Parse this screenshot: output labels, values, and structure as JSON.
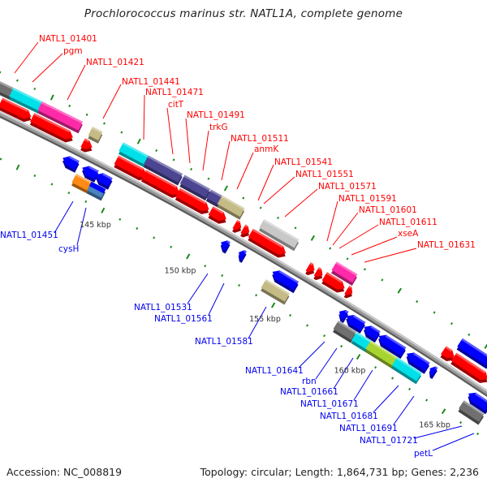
{
  "title": "Prochlorococcus marinus str. NATL1A, complete genome",
  "footer": {
    "accession": "Accession: NC_008819",
    "summary": "Topology: circular; Length: 1,864,731 bp; Genes: 2,236"
  },
  "colors": {
    "forward_label": "#ff0000",
    "reverse_label": "#0000ee",
    "backbone": "#9a9a9a",
    "tick": "#1a8a1a",
    "gene_red": "#ff0000",
    "gene_cyan": "#00e0e8",
    "gene_pink": "#ff2aa8",
    "gene_khaki": "#c4bb86",
    "gene_purple": "#4b4592",
    "gene_gray": "#707070",
    "gene_lightgray": "#c8c8c8",
    "gene_orange": "#ff8a14",
    "gene_blue": "#0000ff",
    "gene_steelblue": "#4a84c0",
    "gene_yellowgreen": "#a8d430"
  },
  "scale_labels": [
    "145 kbp",
    "150 kbp",
    "155 kbp",
    "160 kbp",
    "165 kbp"
  ],
  "forward_labels": [
    "NATL1_01401",
    "pgm",
    "NATL1_01421",
    "NATL1_01441",
    "NATL1_01471",
    "citT",
    "NATL1_01491",
    "trkG",
    "NATL1_01511",
    "anmK",
    "NATL1_01541",
    "NATL1_01551",
    "NATL1_01571",
    "NATL1_01591",
    "NATL1_01601",
    "NATL1_01611",
    "xseA",
    "NATL1_01631"
  ],
  "reverse_labels": [
    "NATL1_01451",
    "cysH",
    "NATL1_01531",
    "NATL1_01561",
    "NATL1_01581",
    "NATL1_01641",
    "rbn",
    "NATL1_01661",
    "NATL1_01671",
    "NATL1_01681",
    "NATL1_01691",
    "NATL1_01721",
    "petL"
  ],
  "genes": [
    {
      "strand": "+",
      "color": "gene_gray",
      "arrow": false
    },
    {
      "strand": "+",
      "color": "gene_cyan",
      "arrow": false
    },
    {
      "strand": "+",
      "color": "gene_pink",
      "arrow": false
    },
    {
      "strand": "+",
      "color": "gene_khaki",
      "arrow": false
    },
    {
      "strand": "+",
      "color": "gene_red",
      "arrow": true
    },
    {
      "strand": "+",
      "color": "gene_red",
      "arrow": true
    },
    {
      "strand": "+",
      "color": "gene_red",
      "arrow": true
    },
    {
      "strand": "+",
      "color": "gene_cyan",
      "arrow": false
    },
    {
      "strand": "+",
      "color": "gene_purple",
      "arrow": false
    },
    {
      "strand": "+",
      "color": "gene_purple",
      "arrow": false
    },
    {
      "strand": "+",
      "color": "gene_purple",
      "arrow": false
    },
    {
      "strand": "+",
      "color": "gene_khaki",
      "arrow": false
    },
    {
      "strand": "+",
      "color": "gene_red",
      "arrow": true
    },
    {
      "strand": "+",
      "color": "gene_red",
      "arrow": true
    },
    {
      "strand": "+",
      "color": "gene_red",
      "arrow": true
    },
    {
      "strand": "+",
      "color": "gene_red",
      "arrow": true
    },
    {
      "strand": "+",
      "color": "gene_red",
      "arrow": true
    },
    {
      "strand": "+",
      "color": "gene_red",
      "arrow": true
    },
    {
      "strand": "+",
      "color": "gene_lightgray",
      "arrow": false
    },
    {
      "strand": "+",
      "color": "gene_red",
      "arrow": true
    },
    {
      "strand": "+",
      "color": "gene_red",
      "arrow": true
    },
    {
      "strand": "+",
      "color": "gene_red",
      "arrow": true
    },
    {
      "strand": "+",
      "color": "gene_red",
      "arrow": true
    },
    {
      "strand": "+",
      "color": "gene_pink",
      "arrow": false
    },
    {
      "strand": "+",
      "color": "gene_red",
      "arrow": true
    },
    {
      "strand": "+",
      "color": "gene_red",
      "arrow": true
    },
    {
      "strand": "+",
      "color": "gene_red",
      "arrow": true
    },
    {
      "strand": "+",
      "color": "gene_red",
      "arrow": true
    },
    {
      "strand": "+",
      "color": "gene_blue",
      "arrow": true
    },
    {
      "strand": "-",
      "color": "gene_blue",
      "arrow": true
    },
    {
      "strand": "-",
      "color": "gene_blue",
      "arrow": true
    },
    {
      "strand": "-",
      "color": "gene_blue",
      "arrow": true
    },
    {
      "strand": "-",
      "color": "gene_orange",
      "arrow": false
    },
    {
      "strand": "-",
      "color": "gene_steelblue",
      "arrow": false
    },
    {
      "strand": "-",
      "color": "gene_blue",
      "arrow": true
    },
    {
      "strand": "-",
      "color": "gene_blue",
      "arrow": true
    },
    {
      "strand": "-",
      "color": "gene_blue",
      "arrow": true
    },
    {
      "strand": "-",
      "color": "gene_khaki",
      "arrow": false
    },
    {
      "strand": "-",
      "color": "gene_blue",
      "arrow": true
    },
    {
      "strand": "-",
      "color": "gene_blue",
      "arrow": true
    },
    {
      "strand": "-",
      "color": "gene_blue",
      "arrow": true
    },
    {
      "strand": "-",
      "color": "gene_blue",
      "arrow": true
    },
    {
      "strand": "-",
      "color": "gene_blue",
      "arrow": true
    },
    {
      "strand": "-",
      "color": "gene_blue",
      "arrow": true
    },
    {
      "strand": "-",
      "color": "gene_gray",
      "arrow": false
    },
    {
      "strand": "-",
      "color": "gene_cyan",
      "arrow": false
    },
    {
      "strand": "-",
      "color": "gene_yellowgreen",
      "arrow": false
    },
    {
      "strand": "-",
      "color": "gene_cyan",
      "arrow": false
    },
    {
      "strand": "-",
      "color": "gene_blue",
      "arrow": true
    },
    {
      "strand": "-",
      "color": "gene_gray",
      "arrow": false
    }
  ]
}
